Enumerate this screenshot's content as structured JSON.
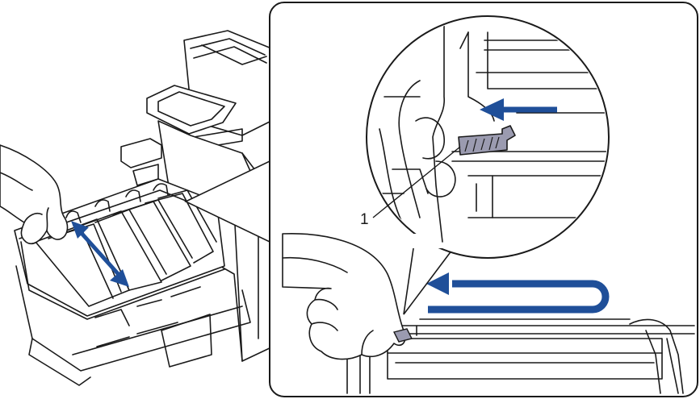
{
  "diagram": {
    "callout_label": "1",
    "colors": {
      "line": "#1a1a1a",
      "arrow_blue": "#1f4f99",
      "slider_tab": "#9b9bb0",
      "background": "#ffffff"
    },
    "icons": [
      "printer-illustration",
      "left-hand",
      "right-hand",
      "drum-unit",
      "corona-wire-slider-tab",
      "arrow-left-icon",
      "double-arrow-icon",
      "u-turn-arrow-icon"
    ]
  }
}
